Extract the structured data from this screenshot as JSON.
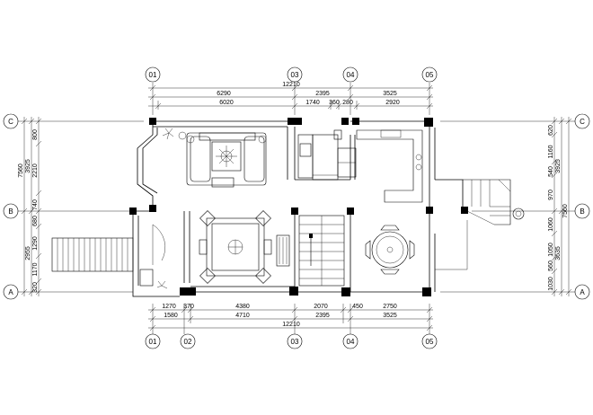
{
  "axes": {
    "top": [
      "01",
      "03",
      "04",
      "05"
    ],
    "bottom": [
      "01",
      "02",
      "03",
      "04",
      "05"
    ],
    "left": [
      "C",
      "B",
      "A"
    ],
    "right": [
      "C",
      "B",
      "A"
    ]
  },
  "dims": {
    "top_total": "12210",
    "top_row1": [
      "6290",
      "2395",
      "3525"
    ],
    "top_row2": [
      "6020",
      "1740",
      "360",
      "280",
      "2920"
    ],
    "bottom_row1": [
      "1270",
      "370",
      "4380",
      "2070",
      "450",
      "2750"
    ],
    "bottom_row2": [
      "1580",
      "4710",
      "2395",
      "3525"
    ],
    "bottom_total": "12210",
    "left_outer": [
      "3925",
      "2955"
    ],
    "left_total": "7560",
    "left_inner": [
      "800",
      "2210",
      "740",
      "680",
      "1290",
      "1170",
      "320"
    ],
    "right_inner": [
      "620",
      "1160",
      "540",
      "970",
      "1060",
      "1050",
      "560",
      "1030"
    ],
    "right_outer": [
      "3925",
      "3635"
    ],
    "right_total": "7560"
  }
}
